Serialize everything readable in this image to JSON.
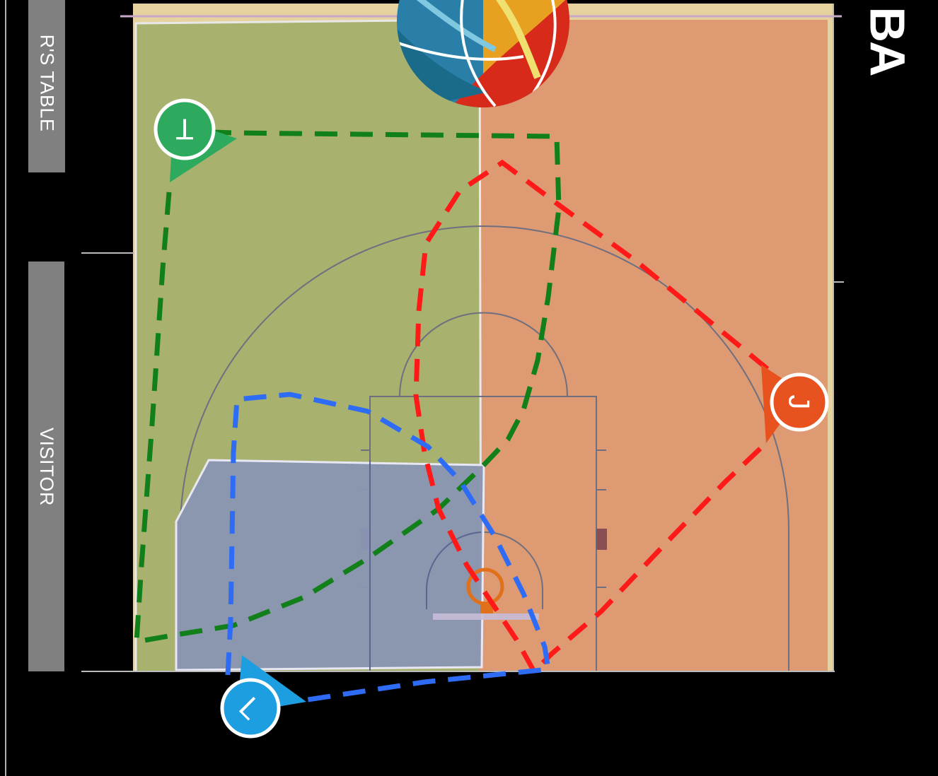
{
  "labels": {
    "scorer_table": "R'S TABLE",
    "visitor": "VISITOR",
    "brand": "BA"
  },
  "players": [
    {
      "letter": "T",
      "color": "#2eaa5e",
      "role": "green"
    },
    {
      "letter": "J",
      "color": "#e8521e",
      "role": "orange"
    },
    {
      "letter": "L",
      "color": "#1d9ee0",
      "role": "blue"
    }
  ],
  "colors": {
    "background": "#000000",
    "court_wood": "#e6d29e",
    "zone_green": "#a9b16f",
    "zone_orange": "#de9a72",
    "zone_blue": "#8a95b2",
    "route_green": "#11801a",
    "route_red": "#ff1a1a",
    "route_blue": "#2f6cf5",
    "court_lines": "#6b6b6b",
    "hoop": "#e0701a"
  }
}
